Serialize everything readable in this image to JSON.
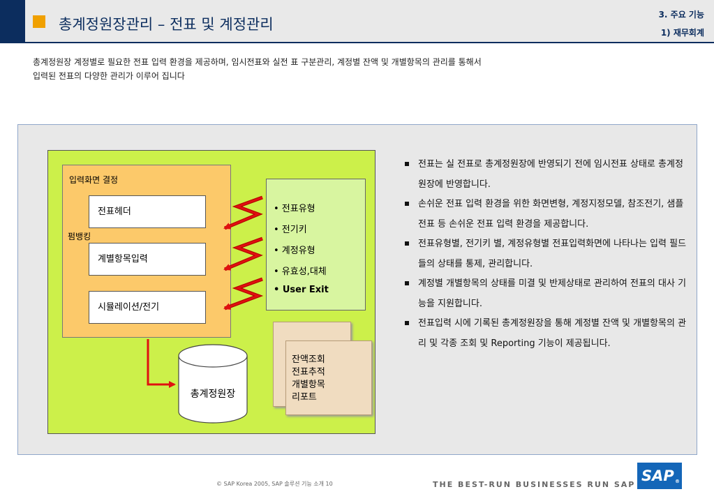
{
  "header": {
    "title": "총계정원장관리 – 전표 및 계정관리",
    "section": "3. 주요 기능",
    "subsection": "1) 재무회계"
  },
  "intro": {
    "line1": "총계정원장 계정별로 필요한 전표 입력 환경을 제공하며, 임시전표와 실전 표 구분관리, 계정별 잔액 및 개별항목의 관리를 통해서",
    "line2": "입력된 전표의 다양한 관리가 이루어 집니다"
  },
  "diagram": {
    "screen_label": "입력화면 결정",
    "fieldstatus_label": "펌뱅킹",
    "boxes": [
      "전표헤더",
      "계별항목입력",
      "시뮬레이션/전기"
    ],
    "criteria": [
      "• 전표유형",
      "• 전기키",
      "• 계정유형",
      "• 유효성,대체",
      "• User Exit"
    ],
    "ledger": "총계정원장",
    "reports": [
      "잔액조회",
      "전표추적",
      "개별항목",
      "리포트"
    ]
  },
  "bullets": [
    "전표는 실 전표로 총계정원장에 반영되기 전에 임시전표 상태로 총계정원장에 반영합니다.",
    "손쉬운 전표 입력 환경을 위한 화면변형, 계정지정모델, 참조전기, 샘플전표 등 손쉬운 전표 입력 환경을 제공합니다.",
    "전표유형별, 전기키 별, 계정유형별 전표입력화면에 나타나는 입력 필드들의 상태를 통제, 관리합니다.",
    "계정별 개별항목의 상태를 미결 및 반제상태로 관리하여 전표의 대사 기능을 지원합니다.",
    "전표입력 시에 기록된 총계정원장을 통해 계정별 잔액 및 개별항목의 관리 및  각종 조회 및 Reporting 기능이 제공됩니다."
  ],
  "footer": {
    "copyright": "©  SAP Korea 2005, SAP 솔루션 기능 소개    10",
    "slogan": "THE BEST-RUN BUSINESSES RUN SAP",
    "logo": "SAP",
    "logo_mark": "®"
  },
  "colors": {
    "navy": "#0c2d5e",
    "accent": "#f0a000",
    "green": "#ccf04a",
    "orange_box": "#fcc96a",
    "light_green": "#d8f5a0",
    "arrow_red": "#e01010",
    "sap_blue": "#1466b8"
  }
}
